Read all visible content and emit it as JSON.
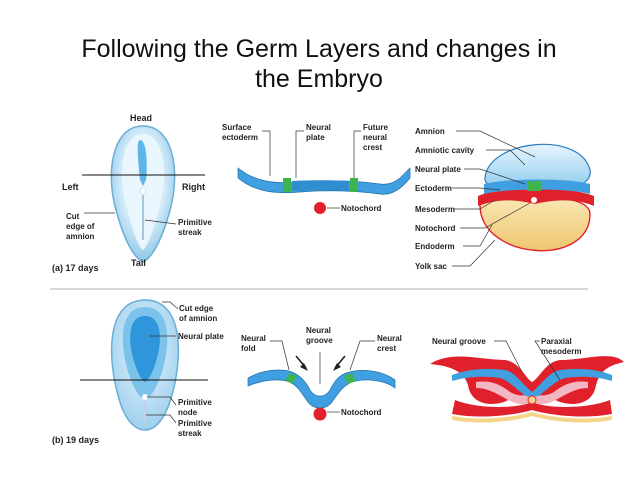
{
  "title": {
    "line1": "Following the Germ Layers and changes in",
    "line2": "the Embryo"
  },
  "colors": {
    "ectoderm": "#3f9fe0",
    "neural_plate": "#3fb34f",
    "mesoderm": "#e0212b",
    "yolk_sac": "#f4d58a",
    "amnion": "#9fd4f2"
  },
  "panel_a": {
    "label": "(a) 17 days",
    "head": "Head",
    "tail": "Tail",
    "left": "Left",
    "right": "Right",
    "cut_edge": [
      "Cut",
      "edge of",
      "amnion"
    ],
    "primitive_streak": [
      "Primitive",
      "streak"
    ],
    "surface_ectoderm": [
      "Surface",
      "ectoderm"
    ],
    "neural_plate": [
      "Neural",
      "plate"
    ],
    "future_neural_crest": [
      "Future",
      "neural",
      "crest"
    ],
    "notochord": "Notochord",
    "labels_right": [
      "Amnion",
      "Amniotic cavity",
      "Neural plate",
      "Ectoderm",
      "Mesoderm",
      "Notochord",
      "Endoderm",
      "Yolk sac"
    ]
  },
  "panel_b": {
    "label": "(b) 19 days",
    "cut_edge": [
      "Cut edge",
      "of amnion"
    ],
    "neural_plate": "Neural plate",
    "primitive_node": [
      "Primitive",
      "node"
    ],
    "primitive_streak": [
      "Primitive",
      "streak"
    ],
    "neural_fold": [
      "Neural",
      "fold"
    ],
    "neural_groove": [
      "Neural",
      "groove"
    ],
    "neural_crest": [
      "Neural",
      "crest"
    ],
    "notochord": "Notochord",
    "neural_groove_right": "Neural groove",
    "paraxial_mesoderm": [
      "Paraxial",
      "mesoderm"
    ]
  }
}
